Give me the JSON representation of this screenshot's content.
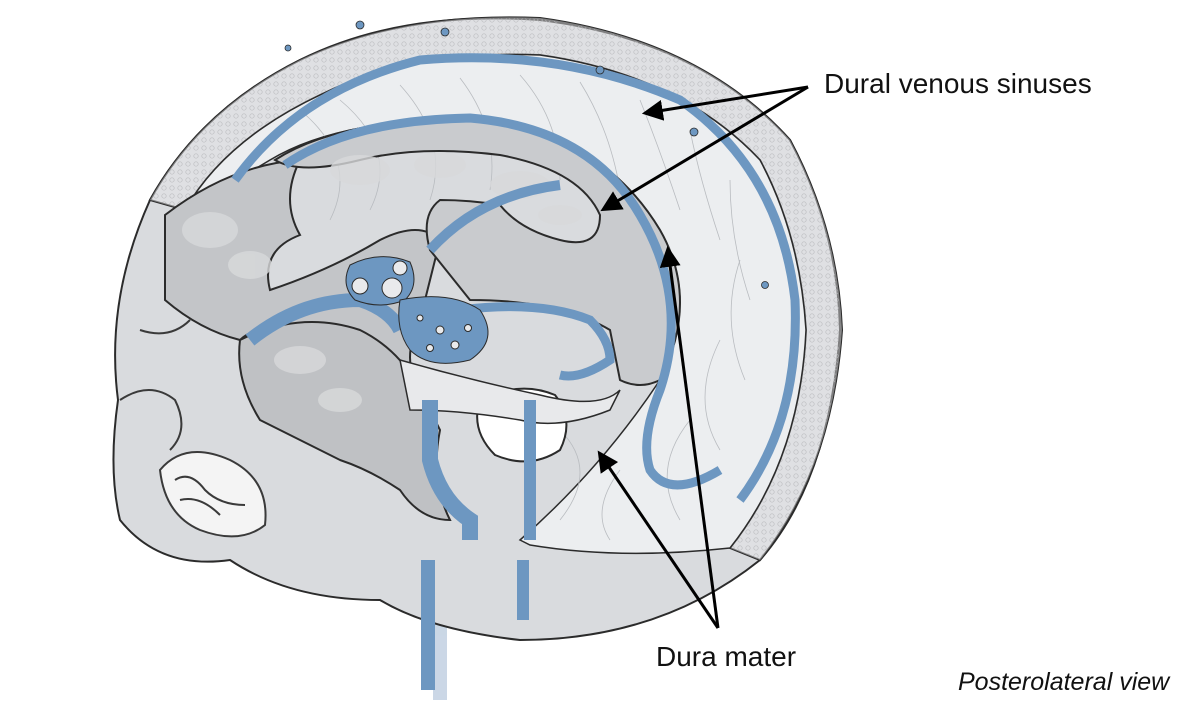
{
  "labels": {
    "dural_venous_sinuses": "Dural venous sinuses",
    "dura_mater": "Dura mater",
    "view": "Posterolateral view"
  },
  "colors": {
    "sinus_blue": "#6d97c1",
    "bone_gray": "#d3d5d8",
    "dura_light": "#eef0f1",
    "brain_cavity": "#bfc1c4",
    "outline": "#2b2b2b"
  }
}
